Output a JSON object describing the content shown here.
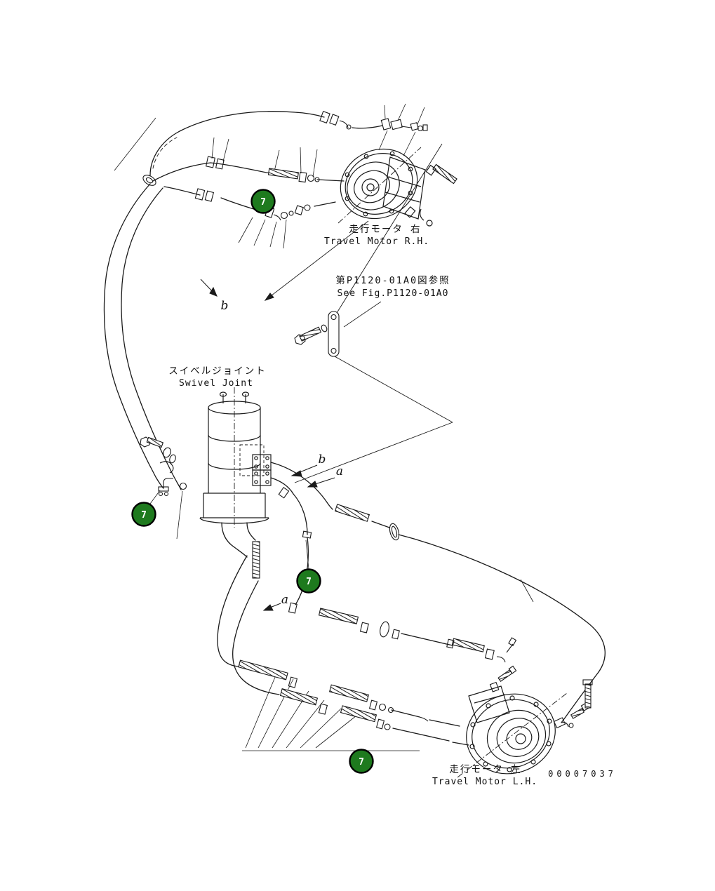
{
  "page": {
    "background": "#ffffff",
    "ink": "#1a1a1a",
    "callout_fill": "#1e7a1e",
    "callout_ring": "#000000"
  },
  "labels": {
    "travel_motor_rh_jp": "走行モータ 右",
    "travel_motor_rh_en": "Travel Motor R.H.",
    "see_fig_jp": "第P1120-01A0図参照",
    "see_fig_en": "See Fig.P1120-01A0",
    "swivel_joint_jp": "スイベルジョイント",
    "swivel_joint_en": "Swivel Joint",
    "travel_motor_lh_jp": "走行モータ 左",
    "travel_motor_lh_en": "Travel Motor L.H.",
    "drawing_number": "00007037"
  },
  "flow_markers": {
    "a": "a",
    "b": "b"
  },
  "callout": {
    "number": "7"
  }
}
